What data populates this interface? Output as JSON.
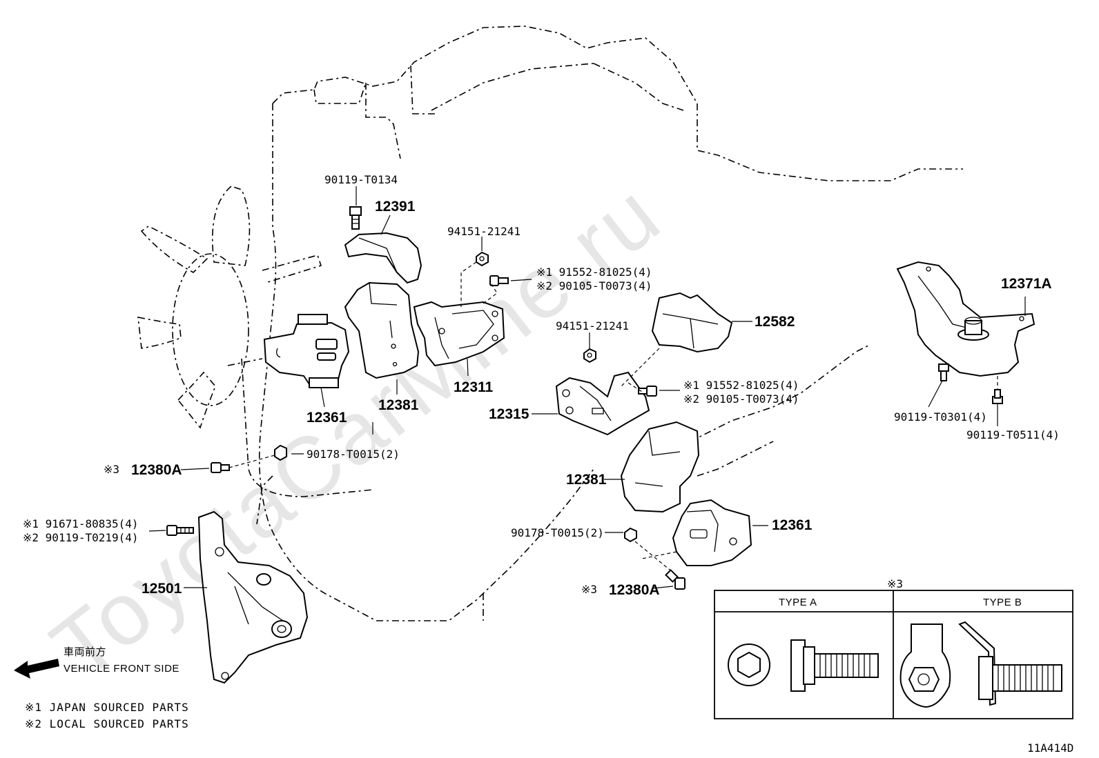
{
  "watermark": "ToyotaCarMine.ru",
  "parts": {
    "p90119_t0134": "90119-T0134",
    "p12391": "12391",
    "p94151_a": "94151-21241",
    "p91552_top": "※1  91552-81025(4)",
    "p90105_top": "※2  90105-T0073(4)",
    "p94151_b": "94151-21241",
    "p12582": "12582",
    "p91552_mid": "※1  91552-81025(4)",
    "p90105_mid": "※2  90105-T0073(4)",
    "p12371a": "12371A",
    "p90119_t0301": "90119-T0301(4)",
    "p90119_t0511": "90119-T0511(4)",
    "p12361_left": "12361",
    "p12381_left": "12381",
    "p12311": "12311",
    "p12315": "12315",
    "p12381_right": "12381",
    "p12361_right": "12361",
    "p90178_left": "90178-T0015(2)",
    "p90178_right": "90178-T0015(2)",
    "p12380a_left": "12380A",
    "p12380a_right": "12380A",
    "mark3_left": "※3",
    "mark3_right": "※3",
    "p91671": "※1  91671-80835(4)",
    "p90119_t0219": "※2  90119-T0219(4)",
    "p12501": "12501"
  },
  "inset": {
    "mark": "※3",
    "type_a": "TYPE A",
    "type_b": "TYPE B"
  },
  "direction": {
    "jp": "車両前方",
    "en": "VEHICLE FRONT SIDE"
  },
  "notes": {
    "n1": "※1  JAPAN SOURCED PARTS",
    "n2": "※2  LOCAL SOURCED PARTS"
  },
  "figure_id": "11A414D"
}
